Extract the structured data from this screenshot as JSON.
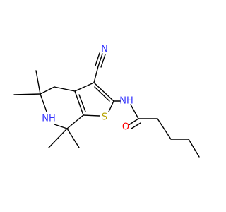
{
  "molecule": {
    "atoms": {
      "cyano_N": {
        "text": "N",
        "color": "#3333ff"
      },
      "amide_NH": {
        "text": "NH",
        "color": "#3333ff"
      },
      "ring_NH": {
        "text": "NH",
        "color": "#3333ff"
      },
      "sulfur": {
        "text": "S",
        "color": "#b8a400"
      },
      "carbonyl_O": {
        "text": "O",
        "color": "#ff0000"
      }
    }
  }
}
